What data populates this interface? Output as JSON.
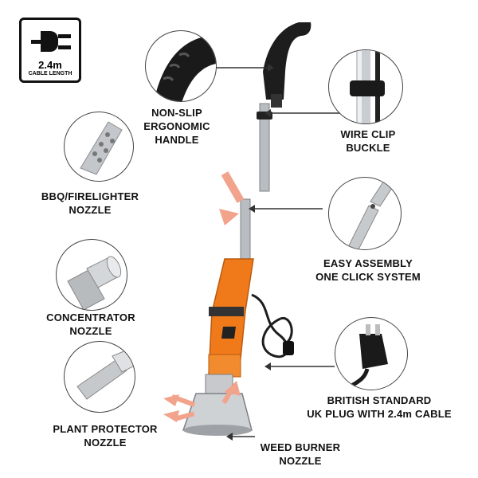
{
  "badge": {
    "length": "2.4m",
    "caption": "CABLE LENGTH",
    "icon": "plug-icon"
  },
  "features": {
    "handle": {
      "line1": "NON-SLIP",
      "line2": "ERGONOMIC",
      "line3": "HANDLE"
    },
    "wire_clip": {
      "line1": "WIRE CLIP",
      "line2": "BUCKLE"
    },
    "bbq": {
      "line1": "BBQ/FIRELIGHTER",
      "line2": "NOZZLE"
    },
    "assembly": {
      "line1": "EASY ASSEMBLY",
      "line2": "ONE CLICK SYSTEM"
    },
    "concentrator": {
      "line1": "CONCENTRATOR",
      "line2": "NOZZLE"
    },
    "plug": {
      "line1": "BRITISH STANDARD",
      "line2": "UK PLUG WITH 2.4m CABLE"
    },
    "plant_protector": {
      "line1": "PLANT PROTECTOR",
      "line2": "NOZZLE"
    },
    "weed_burner": {
      "line1": "WEED BURNER",
      "line2": "NOZZLE"
    }
  },
  "colors": {
    "tool_orange": "#f07a1a",
    "arrow_salmon": "#f2a38c",
    "line_dark": "#333333"
  }
}
